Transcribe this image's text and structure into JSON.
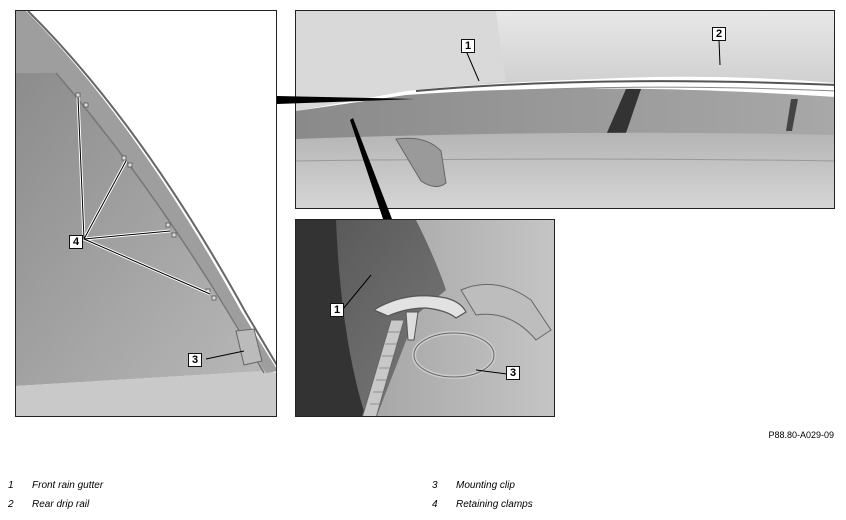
{
  "callouts": {
    "left_4": "4",
    "left_3": "3",
    "right_1": "1",
    "right_2": "2",
    "bottom_1": "1",
    "bottom_3": "3"
  },
  "figure_code": "P88.80-A029-09",
  "legend": [
    {
      "num": "1",
      "text": "Front rain gutter"
    },
    {
      "num": "2",
      "text": "Rear drip rail"
    },
    {
      "num": "3",
      "text": "Mounting clip"
    },
    {
      "num": "4",
      "text": "Retaining clamps"
    }
  ]
}
